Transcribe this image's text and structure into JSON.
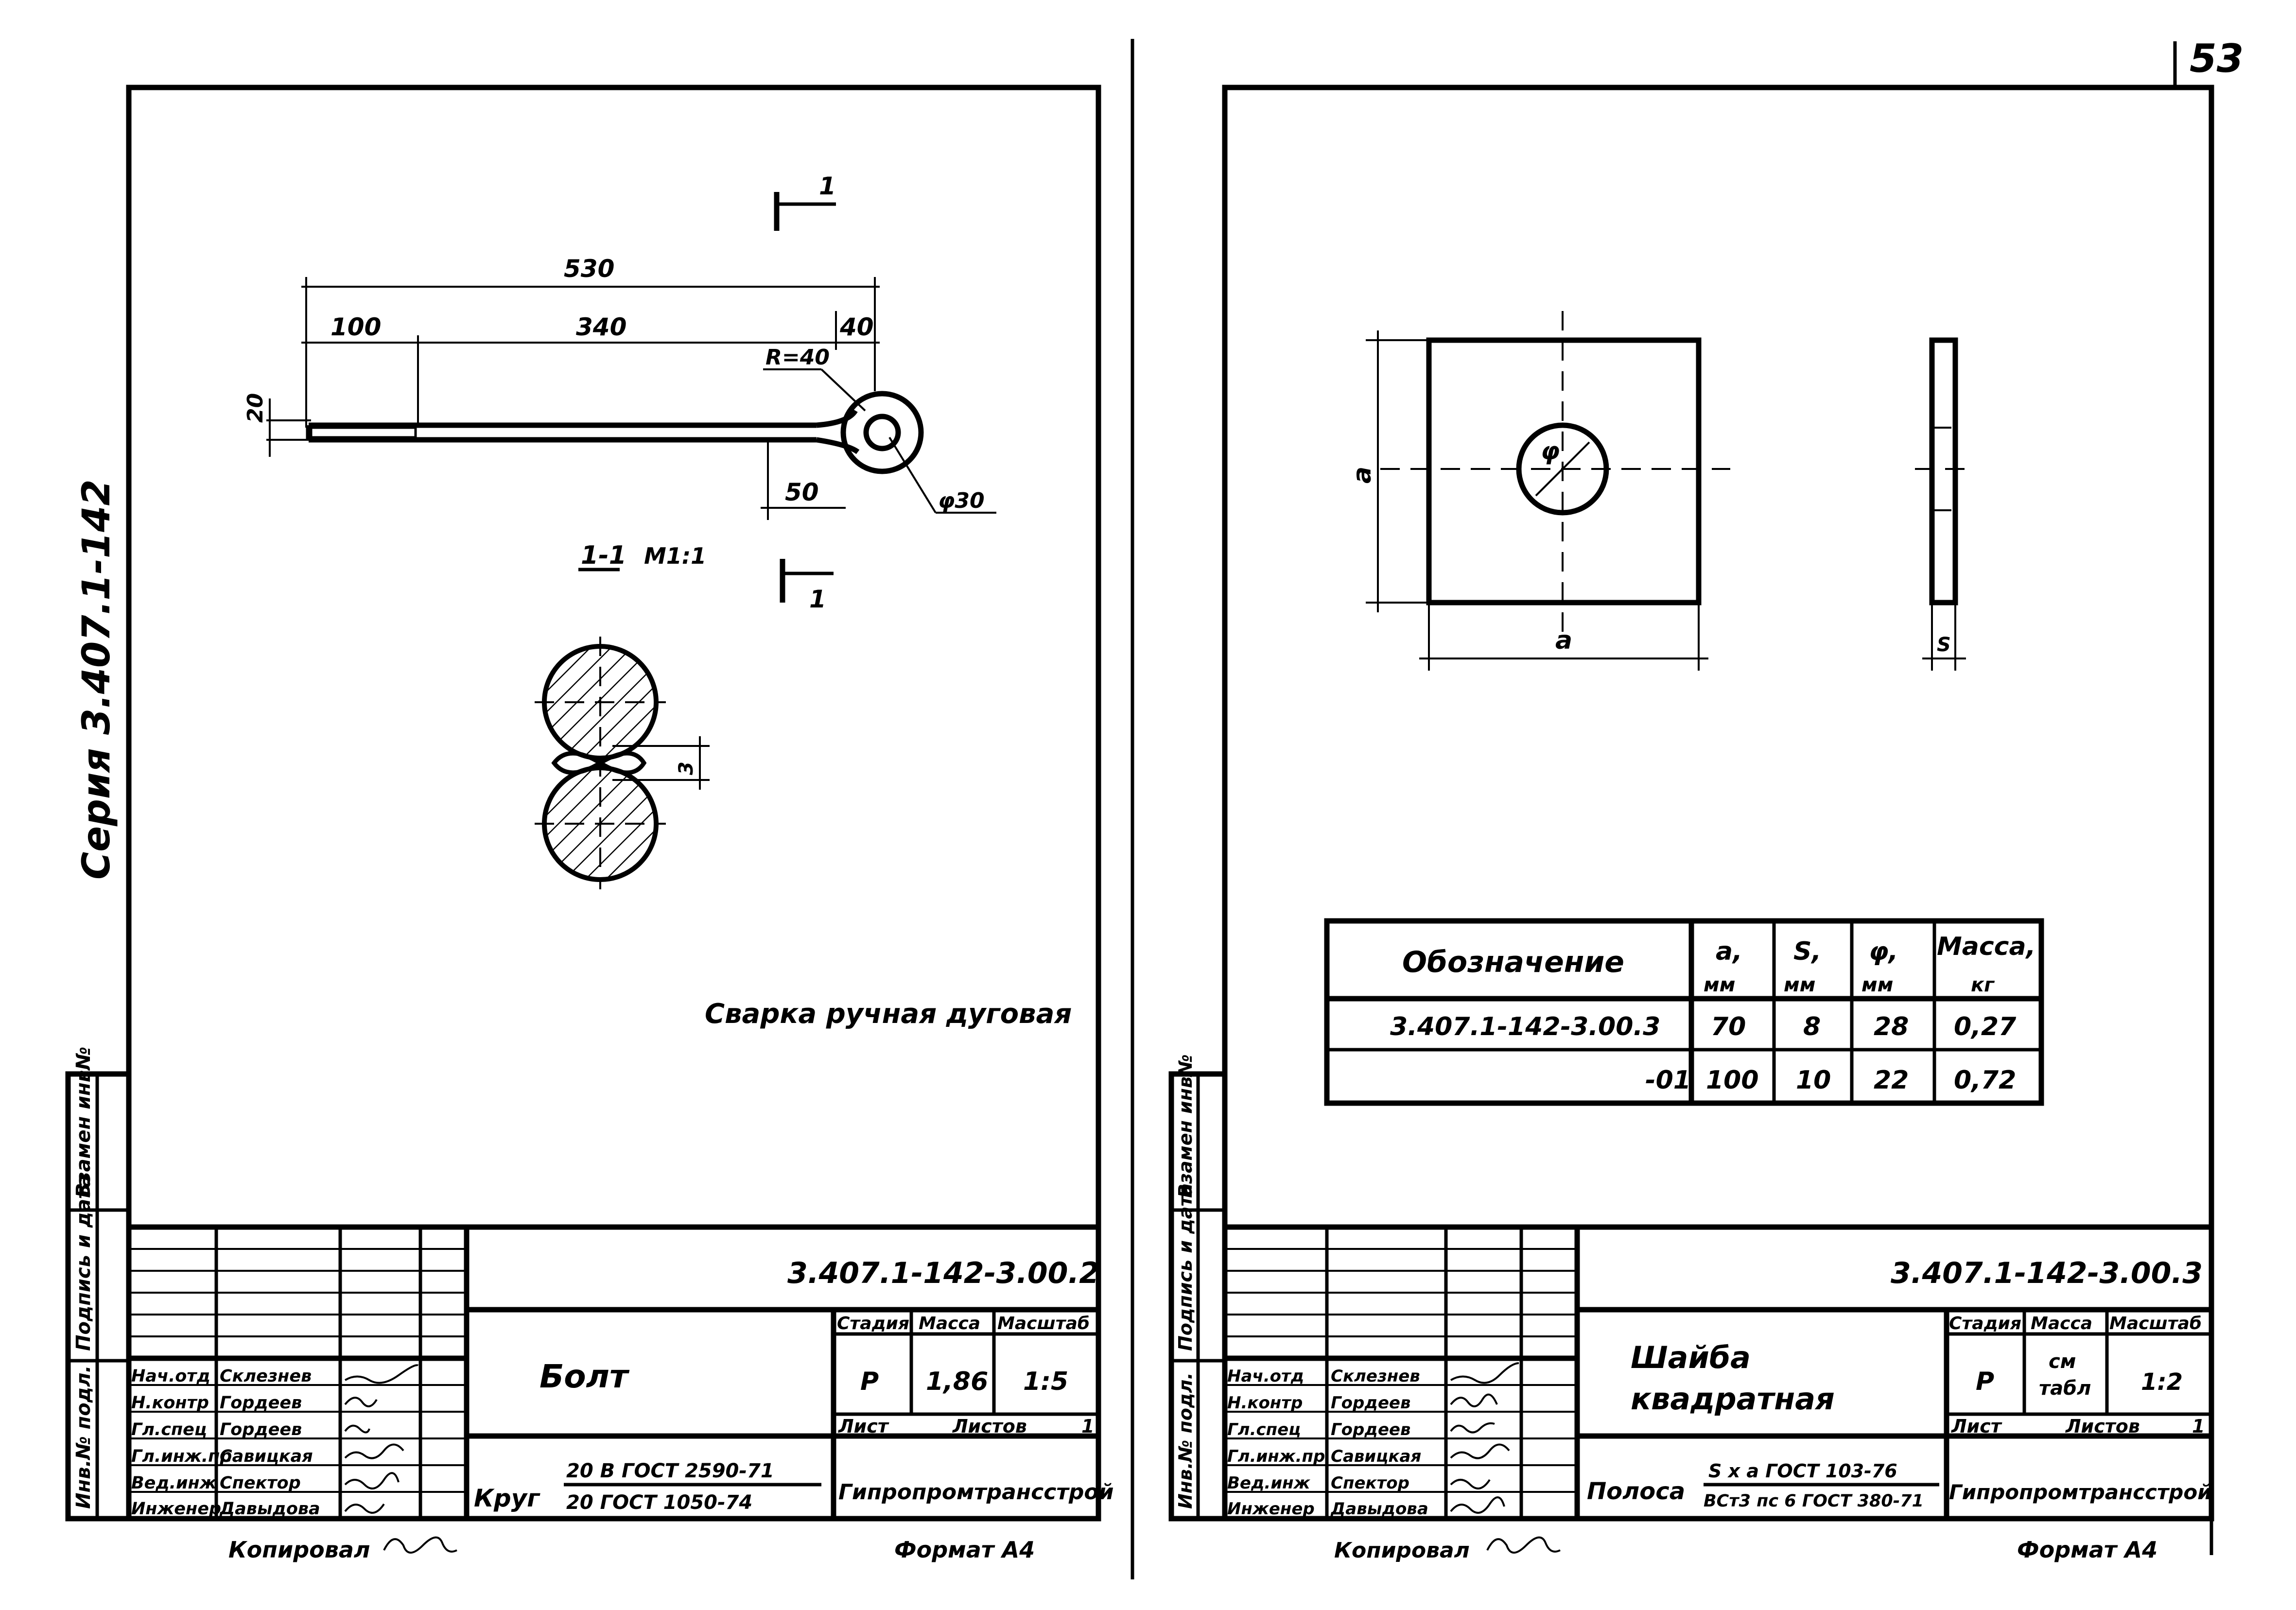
{
  "page_number": "53",
  "left_sheet": {
    "series_label": "Серия 3.407.1-142",
    "drawing": {
      "dim_total": "530",
      "dim_left": "100",
      "dim_mid": "340",
      "dim_right": "40",
      "dim_height": "20",
      "dim_radius": "R=40",
      "dim_hook": "50",
      "dim_hole": "φ30",
      "section_mark": "1",
      "section_title": "1-1",
      "section_scale": "М1:1",
      "weld_size": "3"
    },
    "note": "Сварка ручная дуговая",
    "side_labels": [
      "Взамен инв№",
      "Подпись и дата",
      "Инв.№ подл."
    ],
    "title_block": {
      "designation": "3.407.1-142-3.00.2",
      "name": "Болт",
      "headers": [
        "Стадия",
        "Масса",
        "Масштаб"
      ],
      "stage": "Р",
      "mass": "1,86",
      "scale": "1:5",
      "sheet_label": "Лист",
      "sheets_label": "Листов",
      "sheets_count": "1",
      "material_prefix": "Круг",
      "material_top": "20 В  ГОСТ 2590-71",
      "material_bottom": "20  ГОСТ 1050-74",
      "organization": "Гипропромтрансстрой",
      "people": [
        {
          "role": "Нач.отд",
          "name": "Склезнев"
        },
        {
          "role": "Н.контр",
          "name": "Гордеев"
        },
        {
          "role": "Гл.спец",
          "name": "Гордеев"
        },
        {
          "role": "Гл.инж.пр",
          "name": "Савицкая"
        },
        {
          "role": "Вед.инж",
          "name": "Спектор"
        },
        {
          "role": "Инженер",
          "name": "Давыдова"
        }
      ]
    },
    "copied_by": "Копировал",
    "format": "Формат А4"
  },
  "right_sheet": {
    "drawing": {
      "dim_a_vertical": "а",
      "dim_a_horizontal": "а",
      "dim_phi": "φ",
      "dim_s": "S"
    },
    "table": {
      "headers": [
        {
          "top": "Обозначение",
          "bottom": ""
        },
        {
          "top": "а,",
          "bottom": "мм"
        },
        {
          "top": "S,",
          "bottom": "мм"
        },
        {
          "top": "φ,",
          "bottom": "мм"
        },
        {
          "top": "Масса,",
          "bottom": "кг"
        }
      ],
      "rows": [
        [
          "3.407.1-142-3.00.3",
          "70",
          "8",
          "28",
          "0,27"
        ],
        [
          "-01",
          "100",
          "10",
          "22",
          "0,72"
        ]
      ]
    },
    "side_labels": [
      "Взамен инв№",
      "Подпись и дата",
      "Инв.№ подл."
    ],
    "title_block": {
      "designation": "3.407.1-142-3.00.3",
      "name_line1": "Шайба",
      "name_line2": "квадратная",
      "headers": [
        "Стадия",
        "Масса",
        "Масштаб"
      ],
      "stage": "Р",
      "mass_line1": "см",
      "mass_line2": "табл",
      "scale": "1:2",
      "sheet_label": "Лист",
      "sheets_label": "Листов",
      "sheets_count": "1",
      "material_prefix": "Полоса",
      "material_top": "S x а  ГОСТ 103-76",
      "material_bottom": "ВСт3 пс 6 ГОСТ 380-71",
      "organization": "Гипропромтрансстрой",
      "people": [
        {
          "role": "Нач.отд",
          "name": "Склезнев"
        },
        {
          "role": "Н.контр",
          "name": "Гордеев"
        },
        {
          "role": "Гл.спец",
          "name": "Гордеев"
        },
        {
          "role": "Гл.инж.пр",
          "name": "Савицкая"
        },
        {
          "role": "Вед.инж",
          "name": "Спектор"
        },
        {
          "role": "Инженер",
          "name": "Давыдова"
        }
      ]
    },
    "copied_by": "Копировал",
    "format": "Формат А4"
  }
}
